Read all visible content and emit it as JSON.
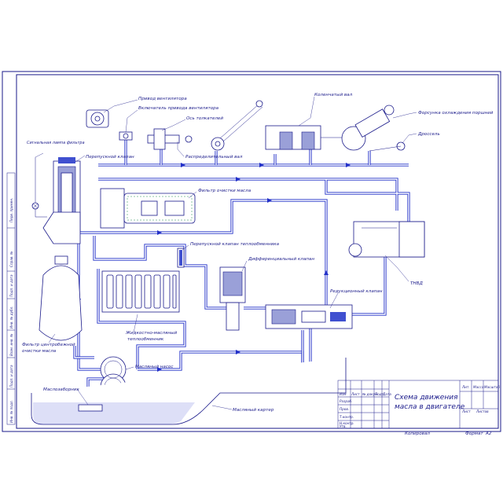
{
  "title": {
    "line1": "Схема движения",
    "line2": "масла в двигателе"
  },
  "labels": {
    "fan_drive": "Привод вентилятора",
    "fan_switch": "Включатель привода вентилятора",
    "pusher_axis": "Ось толкателей",
    "camshaft": "Распределительный вал",
    "crankshaft": "Коленчатый вал",
    "piston_nozzle": "Форсунка охлаждения поршней",
    "throttle": "Дроссель",
    "signal_lamp": "Сигнальная лампа фильтра",
    "bypass_valve": "Перепускной клапан",
    "oil_filter": "Фильтр очистки масла",
    "heat_bypass_valve": "Перепускной клапан теплообменника",
    "diff_valve": "Дифференциальный клапан",
    "reduction_valve": "Редукционный клапан",
    "hpfp": "ТНВД",
    "liquid_oil_hx_1": "Жидкостно-масляный",
    "liquid_oil_hx_2": "теплообменник",
    "centrifugal_filter_1": "Фильтр центробежной",
    "centrifugal_filter_2": "очистки масла",
    "oil_pump": "Масляный насос",
    "oil_intake": "Маслозаборник",
    "oil_pan": "Масляный картер"
  },
  "title_block": {
    "copied": "Копировал",
    "format": "Формат",
    "format_value": "А2",
    "lit": "Лит.",
    "mass": "Масса",
    "scale": "Масштаб",
    "sheet": "Лист",
    "sheets": "Листов",
    "row_labels": [
      "Изм",
      "Лист",
      "№ докум.",
      "Подп.",
      "Дата"
    ],
    "roles": [
      "Разраб.",
      "Пров.",
      "Т.контр.",
      "Н.контр.",
      "Утв."
    ]
  },
  "side_strip": {
    "cells": [
      "Перв. примен.",
      "Справ. №",
      "Подп. и дата",
      "Инв. № дубл.",
      "Взам. инв. №",
      "Подп. и дата",
      "Инв. № подл."
    ]
  },
  "colors": {
    "pipe": "#2230c8",
    "ink": "#1a1a8a",
    "hatch": "#9aa0d8",
    "oil": "#4050d0"
  }
}
